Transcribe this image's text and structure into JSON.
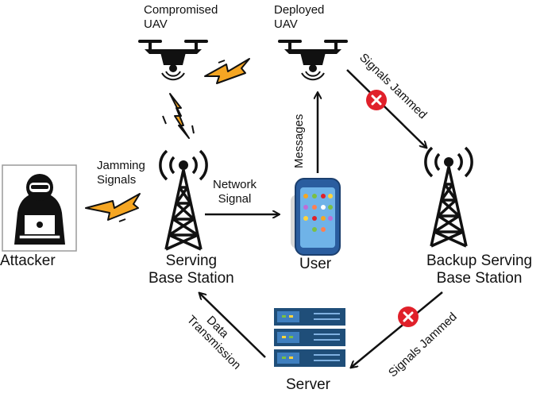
{
  "labels": {
    "compromised_uav": [
      "Compromised",
      "UAV"
    ],
    "deployed_uav": [
      "Deployed",
      "UAV"
    ],
    "jamming_signals": [
      "Jamming",
      "Signals"
    ],
    "network_signal": [
      "Network",
      "Signal"
    ],
    "messages": "Messages",
    "signals_jammed": "Signals Jammed",
    "attacker": "Attacker",
    "serving_base_station": [
      "Serving",
      "Base Station"
    ],
    "user": "User",
    "backup_serving_base_station": [
      "Backup Serving",
      "Base Station"
    ],
    "data_transmission": [
      "Data",
      "Transmission"
    ],
    "server": "Server"
  },
  "colors": {
    "lightning": "#f5a623",
    "jam_marker": "#e0202a",
    "server_blue": "#1f4e79",
    "phone_blue": "#2a5d9f"
  },
  "icons": [
    "uav-icon",
    "tower-icon",
    "attacker-icon",
    "laptop-icon",
    "phone-icon",
    "server-icon",
    "lightning-icon",
    "x-mark-icon"
  ]
}
